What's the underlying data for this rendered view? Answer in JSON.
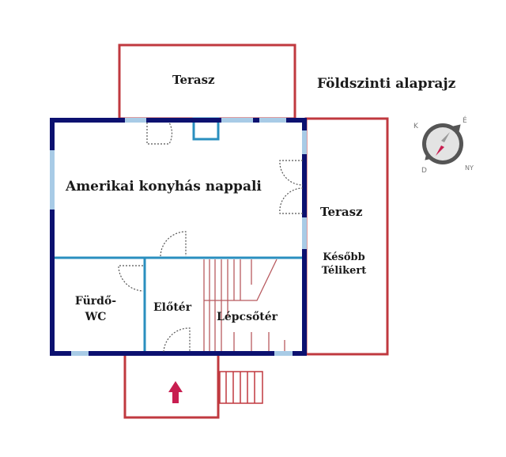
{
  "title": "Földszinti alaprajz",
  "rooms": {
    "terrace_top": "Terasz",
    "living": "Amerikai konyhás nappali",
    "terrace_right": "Terasz",
    "winter_garden_line1": "Később",
    "winter_garden_line2": "Télikert",
    "bathroom_line1": "Fürdő-",
    "bathroom_line2": "WC",
    "hall": "Előtér",
    "stairwell": "Lépcsőtér"
  },
  "compass": {
    "n": "É",
    "e": "K",
    "s": "D",
    "w": "NY"
  },
  "colors": {
    "wall": "#0c1170",
    "window": "#a8cbe6",
    "partition": "#2a8fbf",
    "outline": "#c0393f",
    "arrow": "#c81e50"
  }
}
